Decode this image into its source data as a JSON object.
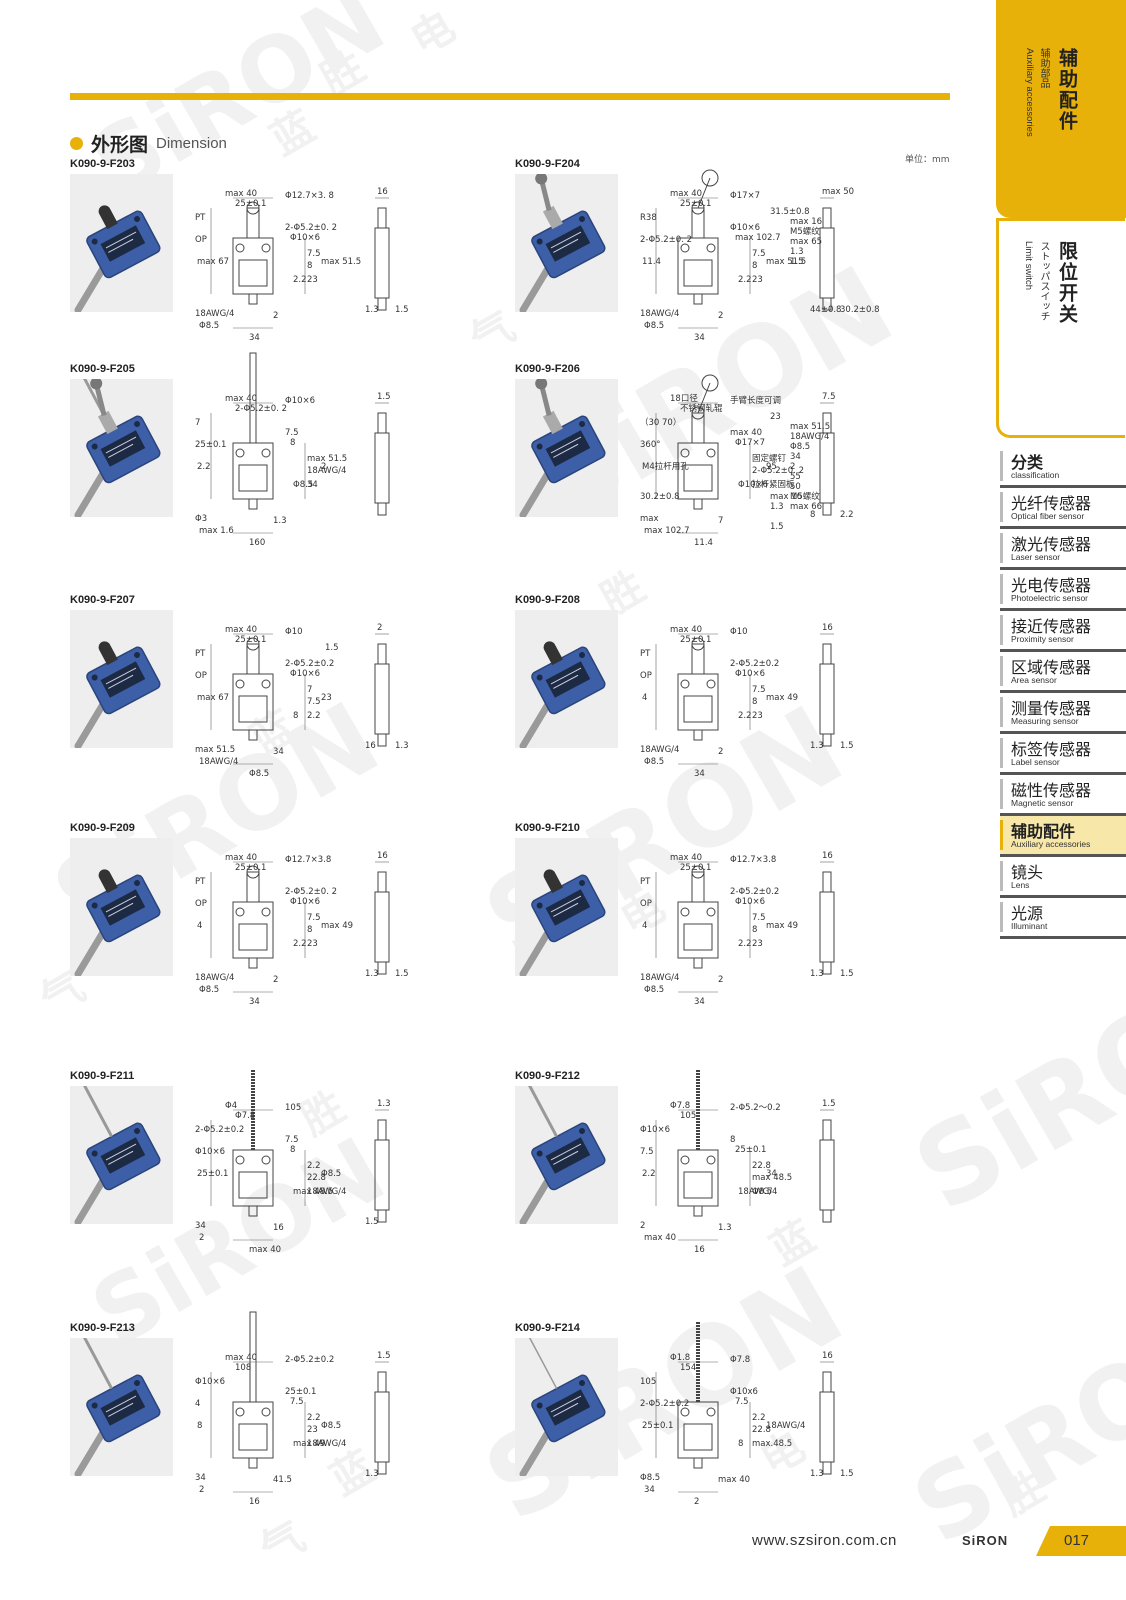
{
  "section": {
    "title_cn": "外形图",
    "title_en": "Dimension",
    "unit": "单位：mm"
  },
  "sidebar": {
    "tab1_cn": "辅助配件",
    "tab1_sub_cn": "辅助部品",
    "tab1_sub_en": "Auxiliary accessories",
    "tab2_cn": "限位开关",
    "tab2_sub_jp": "ストッパスイッチ",
    "tab2_sub_en": "Limit switch",
    "categories": [
      {
        "cn": "分类",
        "en": "classification"
      },
      {
        "cn": "光纤传感器",
        "en": "Optical fiber sensor"
      },
      {
        "cn": "激光传感器",
        "en": "Laser sensor"
      },
      {
        "cn": "光电传感器",
        "en": "Photoelectric sensor"
      },
      {
        "cn": "接近传感器",
        "en": "Proximity sensor"
      },
      {
        "cn": "区域传感器",
        "en": "Area sensor"
      },
      {
        "cn": "测量传感器",
        "en": "Measuring sensor"
      },
      {
        "cn": "标签传感器",
        "en": "Label sensor"
      },
      {
        "cn": "磁性传感器",
        "en": "Magnetic sensor"
      },
      {
        "cn": "辅助配件",
        "en": "Auxiliary accessories"
      },
      {
        "cn": "镜头",
        "en": "Lens"
      },
      {
        "cn": "光源",
        "en": "Illuminant"
      }
    ],
    "active_index": 9
  },
  "products": [
    {
      "model": "K090-9-F203",
      "actuator": "roller-plunger",
      "dims": [
        "max 40",
        "25±0.1",
        "Φ12.7×3. 8",
        "PT",
        "OP",
        "2-Φ5.2±0. 2",
        "Φ10×6",
        "max 67",
        "7.5",
        "8",
        "2.2",
        "23",
        "max 51.5",
        "18AWG/4",
        "Φ8.5",
        "34",
        "2",
        "16",
        "1.3",
        "1.5"
      ]
    },
    {
      "model": "K090-9-F204",
      "actuator": "roller-lever",
      "dims": [
        "max 40",
        "25±0.1",
        "Φ17×7",
        "R38",
        "2-Φ5.2±0. 2",
        "Φ10×6",
        "max 102.7",
        "11.4",
        "7.5",
        "8",
        "2.2",
        "23",
        "max 51.5",
        "18AWG/4",
        "Φ8.5",
        "34",
        "2",
        "max 50",
        "44±0.8",
        "30.2±0.8",
        "31.5±0.8",
        "max 16",
        "M5螺纹",
        "max 65",
        "1.3",
        "1.5"
      ]
    },
    {
      "model": "K090-9-F205",
      "actuator": "rod-lever",
      "dims": [
        "max 40",
        "2-Φ5.2±0. 2",
        "Φ10×6",
        "7",
        "25±0.1",
        "7.5",
        "8",
        "2.2",
        "max 51.5",
        "18AWG/4",
        "Φ8.5",
        "34",
        "2",
        "Φ3",
        "max 1.6",
        "160",
        "1.3",
        "1.5"
      ]
    },
    {
      "model": "K090-9-F206",
      "actuator": "adjustable-roller-lever",
      "dims": [
        "18口径",
        "不锈钢轧辊",
        "手臂长度可调",
        "（30 70）",
        "360°",
        "max 40",
        "Φ17×7",
        "M4拉杆用孔",
        "固定螺钉",
        "2-Φ5.2±0. 2",
        "Φ10×6",
        "拉杆紧固板",
        "95",
        "max",
        "max 102.7",
        "11.4",
        "7",
        "7.5",
        "8",
        "2.2",
        "23",
        "max 51.5",
        "18AWG/4",
        "Φ8.5",
        "34",
        "2",
        "55",
        "50",
        "30.2±0.8",
        "max 16",
        "M5螺纹",
        "max 66",
        "1.3",
        "1.5"
      ]
    },
    {
      "model": "K090-9-F207",
      "actuator": "plunger",
      "dims": [
        "max 40",
        "25±0.1",
        "Φ10",
        "PT",
        "OP",
        "2-Φ5.2±0.2",
        "Φ10×6",
        "max 67",
        "7",
        "7.5",
        "8",
        "2.2",
        "23",
        "max 51.5",
        "18AWG/4",
        "Φ8.5",
        "34",
        "2",
        "16",
        "1.3",
        "1.5"
      ]
    },
    {
      "model": "K090-9-F208",
      "actuator": "plunger",
      "dims": [
        "max 40",
        "25±0.1",
        "Φ10",
        "PT",
        "OP",
        "2-Φ5.2±0.2",
        "Φ10×6",
        "4",
        "7.5",
        "8",
        "2.2",
        "23",
        "max 49",
        "18AWG/4",
        "Φ8.5",
        "34",
        "2",
        "16",
        "1.3",
        "1.5"
      ]
    },
    {
      "model": "K090-9-F209",
      "actuator": "roller-plunger",
      "dims": [
        "max 40",
        "25±0.1",
        "Φ12.7×3.8",
        "PT",
        "OP",
        "2-Φ5.2±0. 2",
        "Φ10×6",
        "4",
        "7.5",
        "8",
        "2.2",
        "23",
        "max 49",
        "18AWG/4",
        "Φ8.5",
        "34",
        "2",
        "16",
        "1.3",
        "1.5"
      ]
    },
    {
      "model": "K090-9-F210",
      "actuator": "roller-plunger",
      "dims": [
        "max 40",
        "25±0.1",
        "Φ12.7×3.8",
        "PT",
        "OP",
        "2-Φ5.2±0.2",
        "Φ10×6",
        "4",
        "7.5",
        "8",
        "2.2",
        "23",
        "max 49",
        "18AWG/4",
        "Φ8.5",
        "34",
        "2",
        "16",
        "1.3",
        "1.5"
      ]
    },
    {
      "model": "K090-9-F211",
      "actuator": "spring-rod",
      "dims": [
        "Φ4",
        "Φ7.8",
        "105",
        "2-Φ5.2±0.2",
        "Φ10×6",
        "7.5",
        "8",
        "25±0.1",
        "2.2",
        "22.8",
        "max 48.5",
        "18AWG/4",
        "Φ8.5",
        "34",
        "2",
        "max 40",
        "16",
        "1.3",
        "1.5"
      ]
    },
    {
      "model": "K090-9-F212",
      "actuator": "spring",
      "dims": [
        "Φ7.8",
        "105",
        "2-Φ5.2～0.2",
        "Φ10×6",
        "7.5",
        "8",
        "25±0.1",
        "2.2",
        "22.8",
        "max 48.5",
        "18AWG/4",
        "Φ8.5",
        "34",
        "2",
        "max 40",
        "16",
        "1.3",
        "1.5"
      ]
    },
    {
      "model": "K090-9-F213",
      "actuator": "long-rod",
      "dims": [
        "max 40",
        "108",
        "2-Φ5.2±0.2",
        "Φ10×6",
        "4",
        "25±0.1",
        "7.5",
        "8",
        "2.2",
        "23",
        "max 49",
        "18AWG/4",
        "Φ8.5",
        "34",
        "2",
        "16",
        "41.5",
        "1.5",
        "1.3"
      ]
    },
    {
      "model": "K090-9-F214",
      "actuator": "spring-wire",
      "dims": [
        "Φ1.8",
        "154",
        "Φ7.8",
        "105",
        "2-Φ5.2±0.2",
        "Φ10x6",
        "7.5",
        "25±0.1",
        "2.2",
        "22.8",
        "8",
        "max.48.5",
        "18AWG/4",
        "Φ8.5",
        "34",
        "2",
        "max 40",
        "16",
        "1.3",
        "1.5"
      ]
    }
  ],
  "watermark": {
    "brand": "SiRON",
    "chars": [
      "胜",
      "蓝",
      "电",
      "气"
    ]
  },
  "footer": {
    "url": "www.szsiron.com.cn",
    "logo": "SiRON",
    "page": "017"
  },
  "colors": {
    "accent": "#e8b10a",
    "switch_body": "#3d5fa8"
  }
}
